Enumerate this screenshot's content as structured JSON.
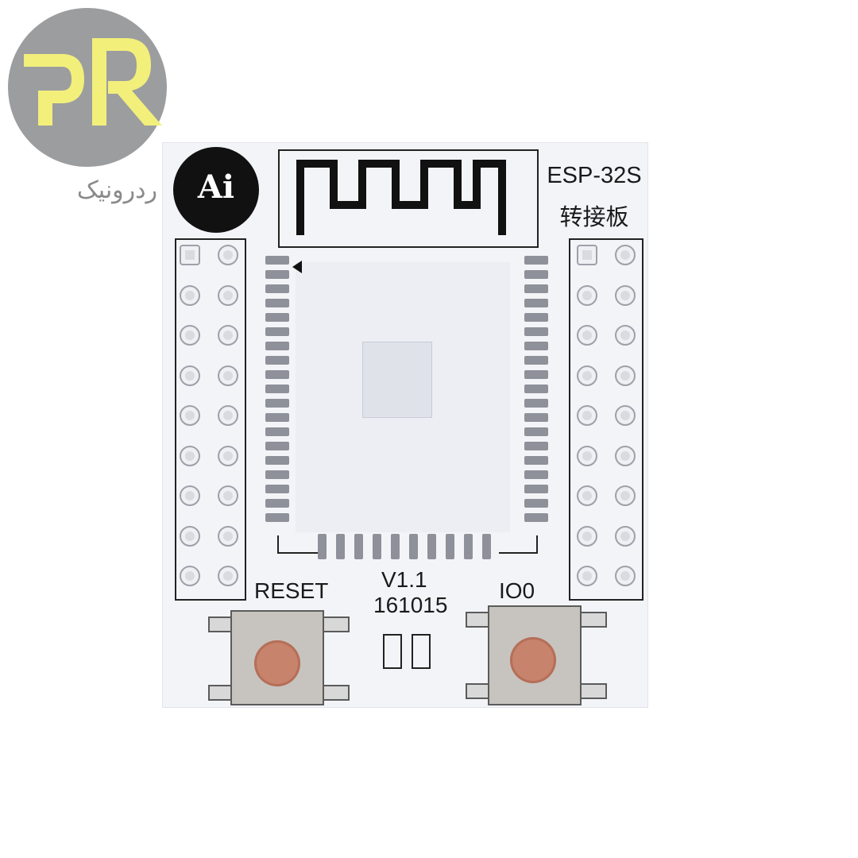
{
  "watermark": {
    "brand_text": "ردرونیک",
    "logo_colors": {
      "circle": "#9c9d9f",
      "letters": "#f2ef7b"
    }
  },
  "board": {
    "color": "#f3f4f8",
    "maker_logo_text": "Ai",
    "module_name": "ESP-32S",
    "module_subtitle": "转接板",
    "reset_label": "RESET",
    "io_label": "IO0",
    "version": "V1.1",
    "date_code": "161015",
    "button_cap_color": "#c7836c"
  }
}
